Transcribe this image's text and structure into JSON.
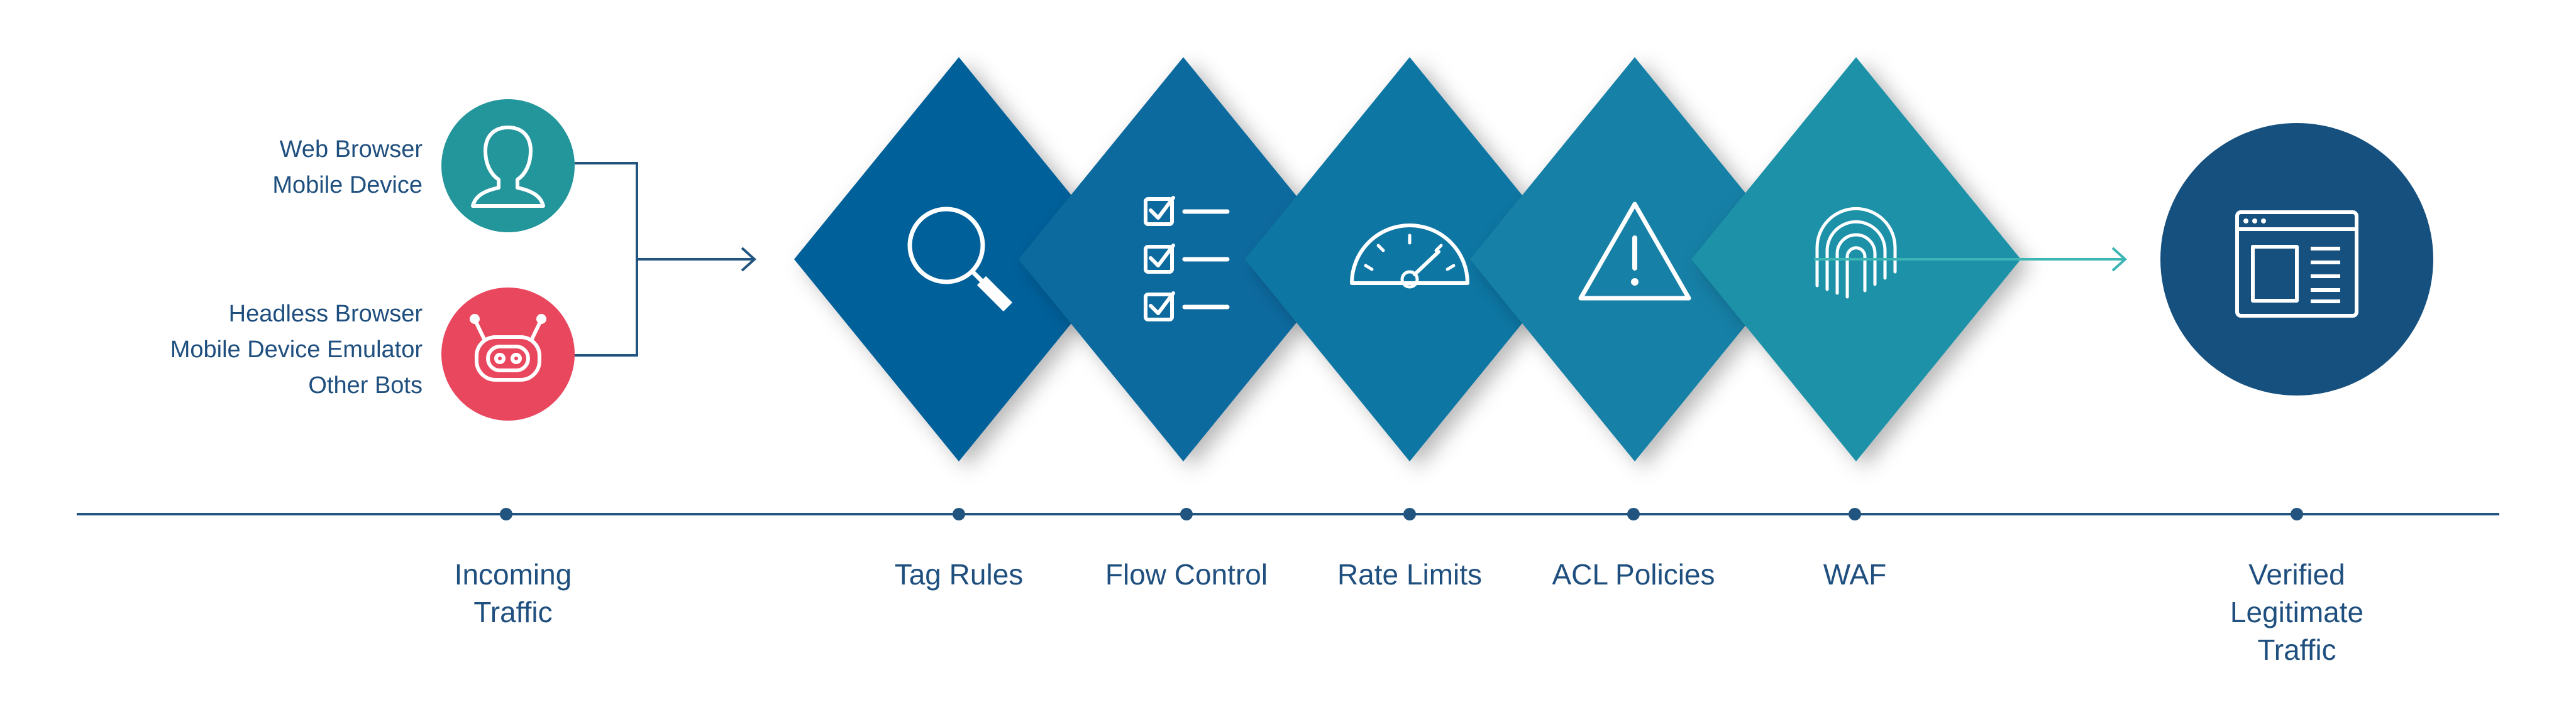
{
  "sources": {
    "human": {
      "icon": "user-icon",
      "color": "#23969b",
      "lines": [
        "Web Browser",
        "Mobile Device"
      ]
    },
    "bot": {
      "icon": "robot-icon",
      "color": "#e8475e",
      "lines": [
        "Headless Browser",
        "Mobile Device Emulator",
        "Other Bots"
      ]
    }
  },
  "steps": [
    {
      "key": "tag-rules",
      "label": "Tag Rules",
      "icon": "magnifier-icon",
      "color": "#04619a"
    },
    {
      "key": "flow-control",
      "label": "Flow Control",
      "icon": "checklist-icon",
      "color": "#086a9f"
    },
    {
      "key": "rate-limits",
      "label": "Rate Limits",
      "icon": "speedometer-icon",
      "color": "#0d76a3"
    },
    {
      "key": "acl-policies",
      "label": "ACL Policies",
      "icon": "warning-icon",
      "color": "#1580a6"
    },
    {
      "key": "waf",
      "label": "WAF",
      "icon": "fingerprint-icon",
      "color": "#1b91a8"
    }
  ],
  "timeline": {
    "incoming": [
      "Incoming",
      "Traffic"
    ],
    "verified": [
      "Verified",
      "Legitimate",
      "Traffic"
    ]
  },
  "destination": {
    "icon": "browser-window-icon",
    "color": "#16507e"
  },
  "colors": {
    "line": "#21547f",
    "arrow_teal": "#3bb6b5",
    "icon_white": "#ffffff"
  }
}
